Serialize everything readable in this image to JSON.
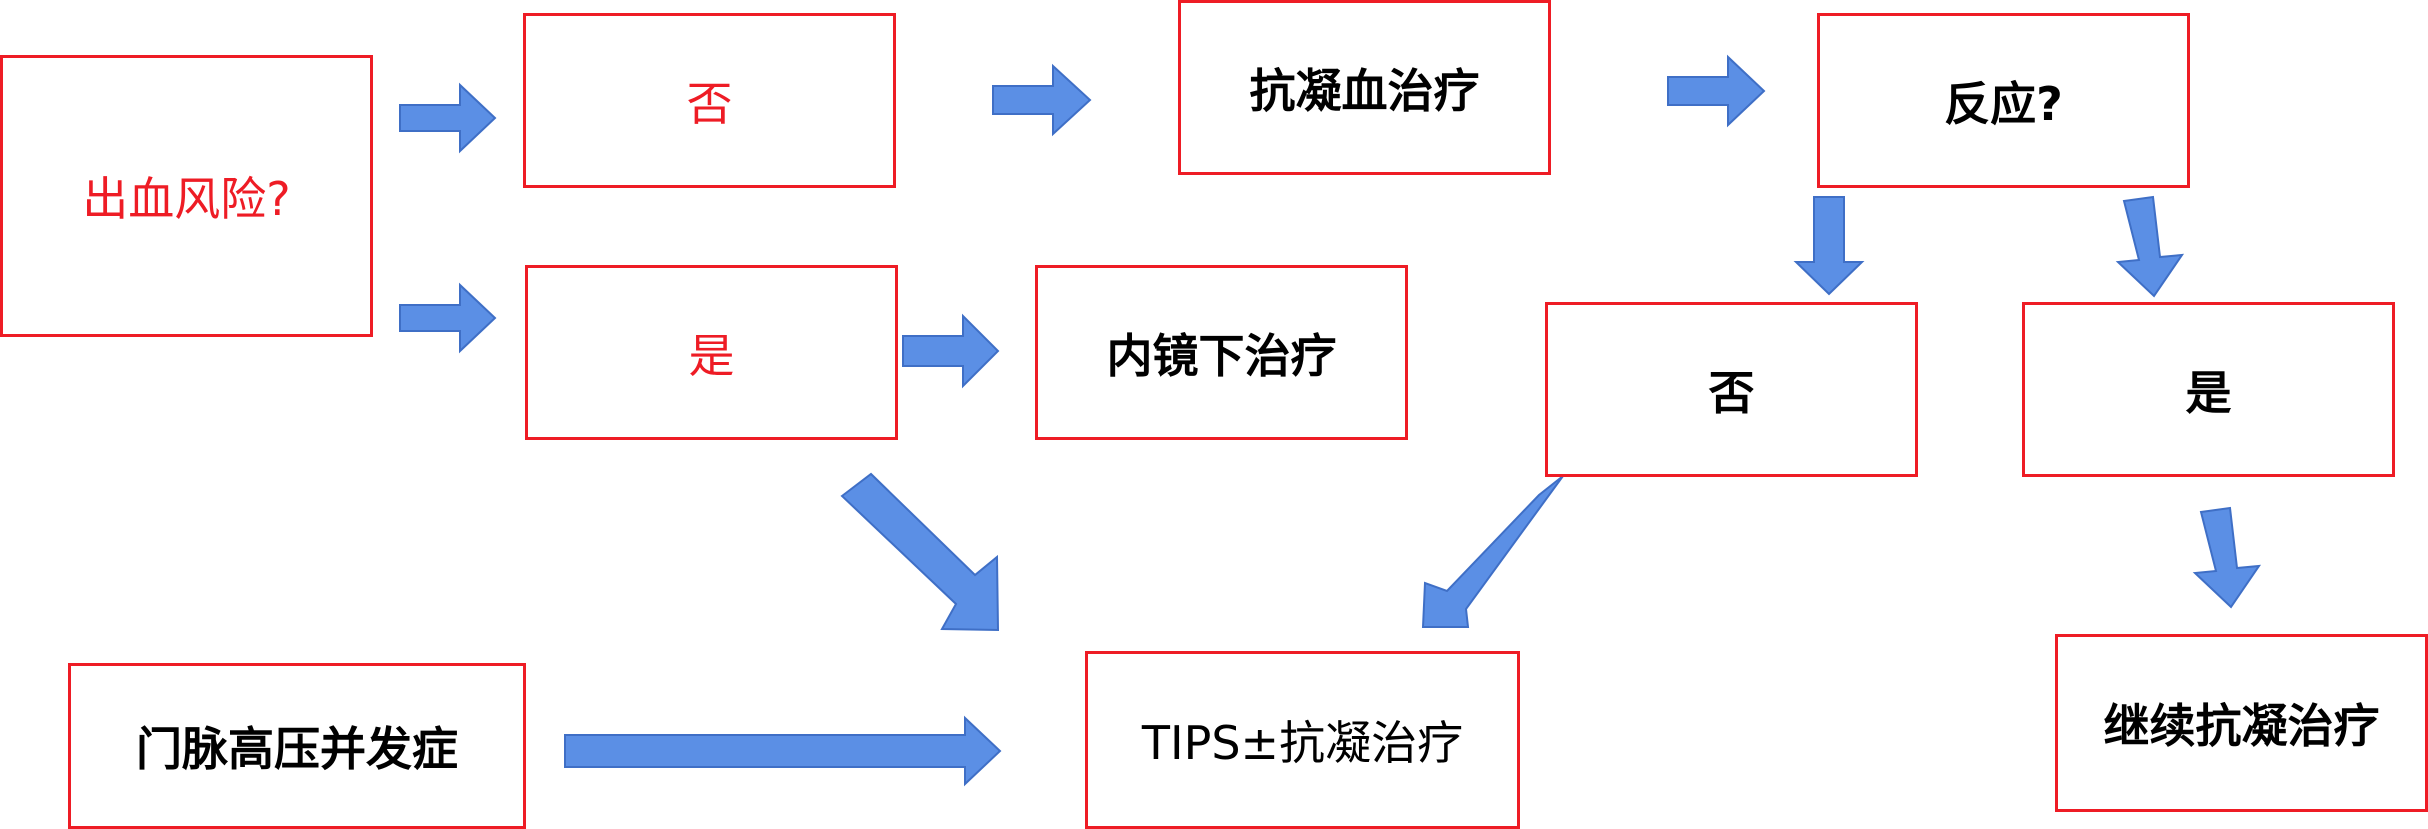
{
  "diagram": {
    "nodes": {
      "bleeding_risk": "出血风险?",
      "no_left": "否",
      "anticoagulation": "抗凝血治疗",
      "response": "反应?",
      "yes_left": "是",
      "endoscopic": "内镜下治疗",
      "no_right": "否",
      "yes_right": "是",
      "portal_hypertension": "门脉高压并发症",
      "tips": "TIPS±抗凝治疗",
      "continue_anticoag": "继续抗凝治疗"
    },
    "colors": {
      "box_border": "#ee1c25",
      "question_text": "#ee1c25",
      "arrow_fill": "#5b8fe5"
    },
    "edges": [
      [
        "bleeding_risk",
        "no_left"
      ],
      [
        "bleeding_risk",
        "yes_left"
      ],
      [
        "no_left",
        "anticoagulation"
      ],
      [
        "anticoagulation",
        "response"
      ],
      [
        "response",
        "no_right"
      ],
      [
        "response",
        "yes_right"
      ],
      [
        "yes_left",
        "endoscopic"
      ],
      [
        "yes_left",
        "tips"
      ],
      [
        "no_right",
        "tips"
      ],
      [
        "yes_right",
        "continue_anticoag"
      ],
      [
        "portal_hypertension",
        "tips"
      ]
    ]
  }
}
